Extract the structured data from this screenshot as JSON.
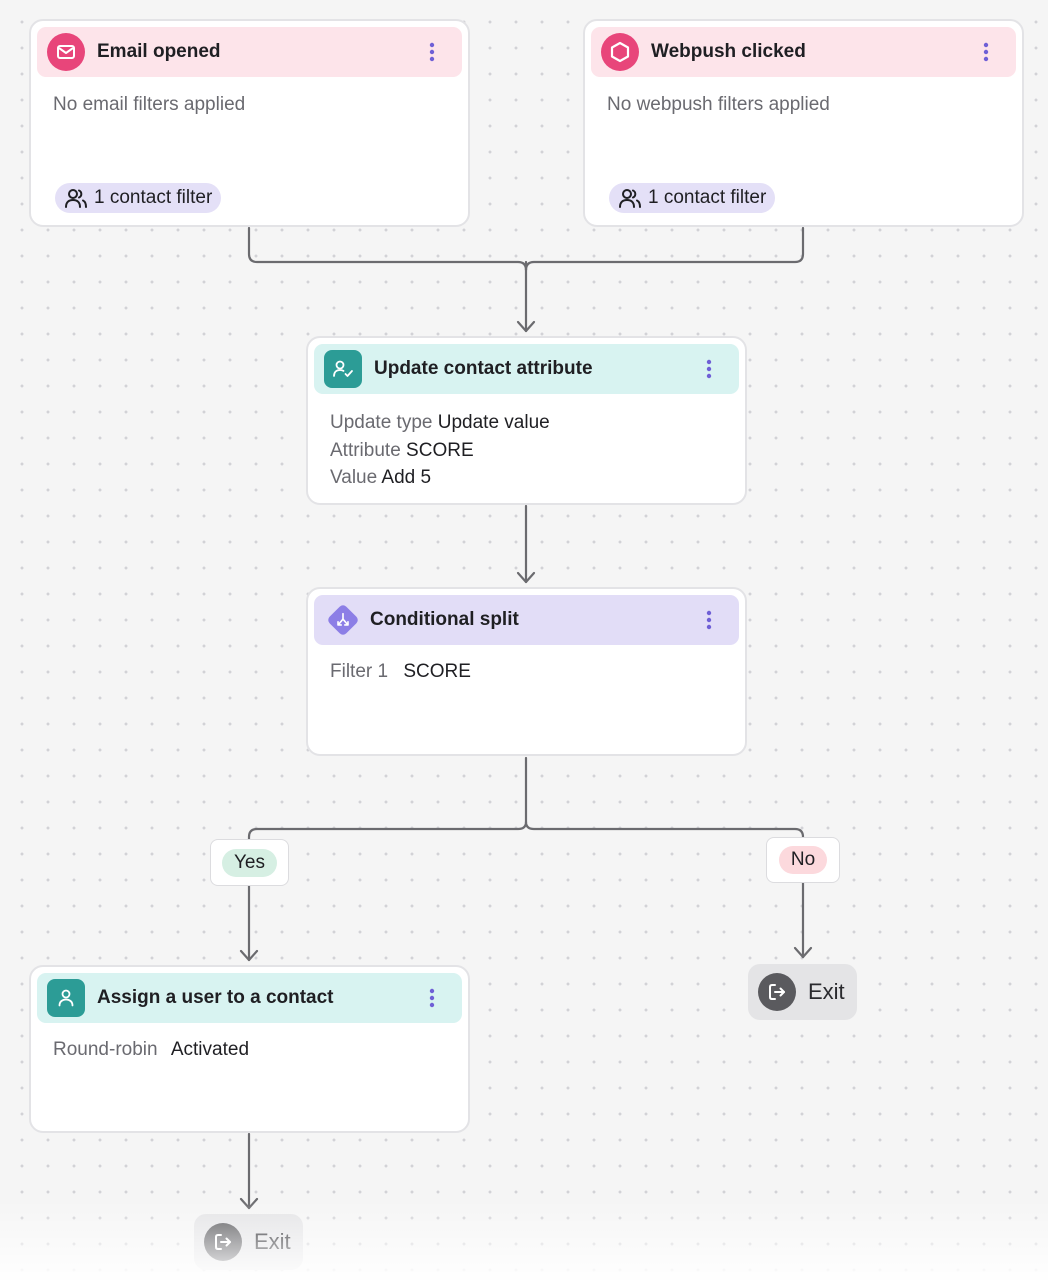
{
  "nodes": {
    "email_opened": {
      "title": "Email opened",
      "description": "No email filters applied",
      "filter_pill": "1 contact filter",
      "icon": "mail-icon",
      "accent": "#e8457a"
    },
    "webpush_clicked": {
      "title": "Webpush clicked",
      "description": "No webpush filters applied",
      "filter_pill": "1 contact filter",
      "icon": "hexagon-icon",
      "accent": "#e8457a"
    },
    "update_attribute": {
      "title": "Update contact attribute",
      "icon": "user-edit-icon",
      "accent": "#2c9c96",
      "fields": [
        {
          "label": "Update type",
          "value": "Update value"
        },
        {
          "label": "Attribute",
          "value": "SCORE"
        },
        {
          "label": "Value",
          "value": "Add 5"
        }
      ]
    },
    "conditional_split": {
      "title": "Conditional split",
      "icon": "split-icon",
      "accent": "#8c7ee6",
      "filter_label": "Filter 1",
      "filter_value": "SCORE"
    },
    "assign_user": {
      "title": "Assign a user to a contact",
      "icon": "user-icon",
      "accent": "#2c9c96",
      "field_label": "Round-robin",
      "field_value": "Activated"
    }
  },
  "branches": {
    "yes_label": "Yes",
    "no_label": "No",
    "yes_color": "#d6efe3",
    "no_color": "#fcd9dd"
  },
  "exits": {
    "no_exit_label": "Exit",
    "yes_exit_label": "Exit",
    "icon": "exit-icon"
  },
  "colors": {
    "connector": "#6b6b6f",
    "menu_dots": "#6f5fd6",
    "pill_bg": "#e4e0f7"
  }
}
